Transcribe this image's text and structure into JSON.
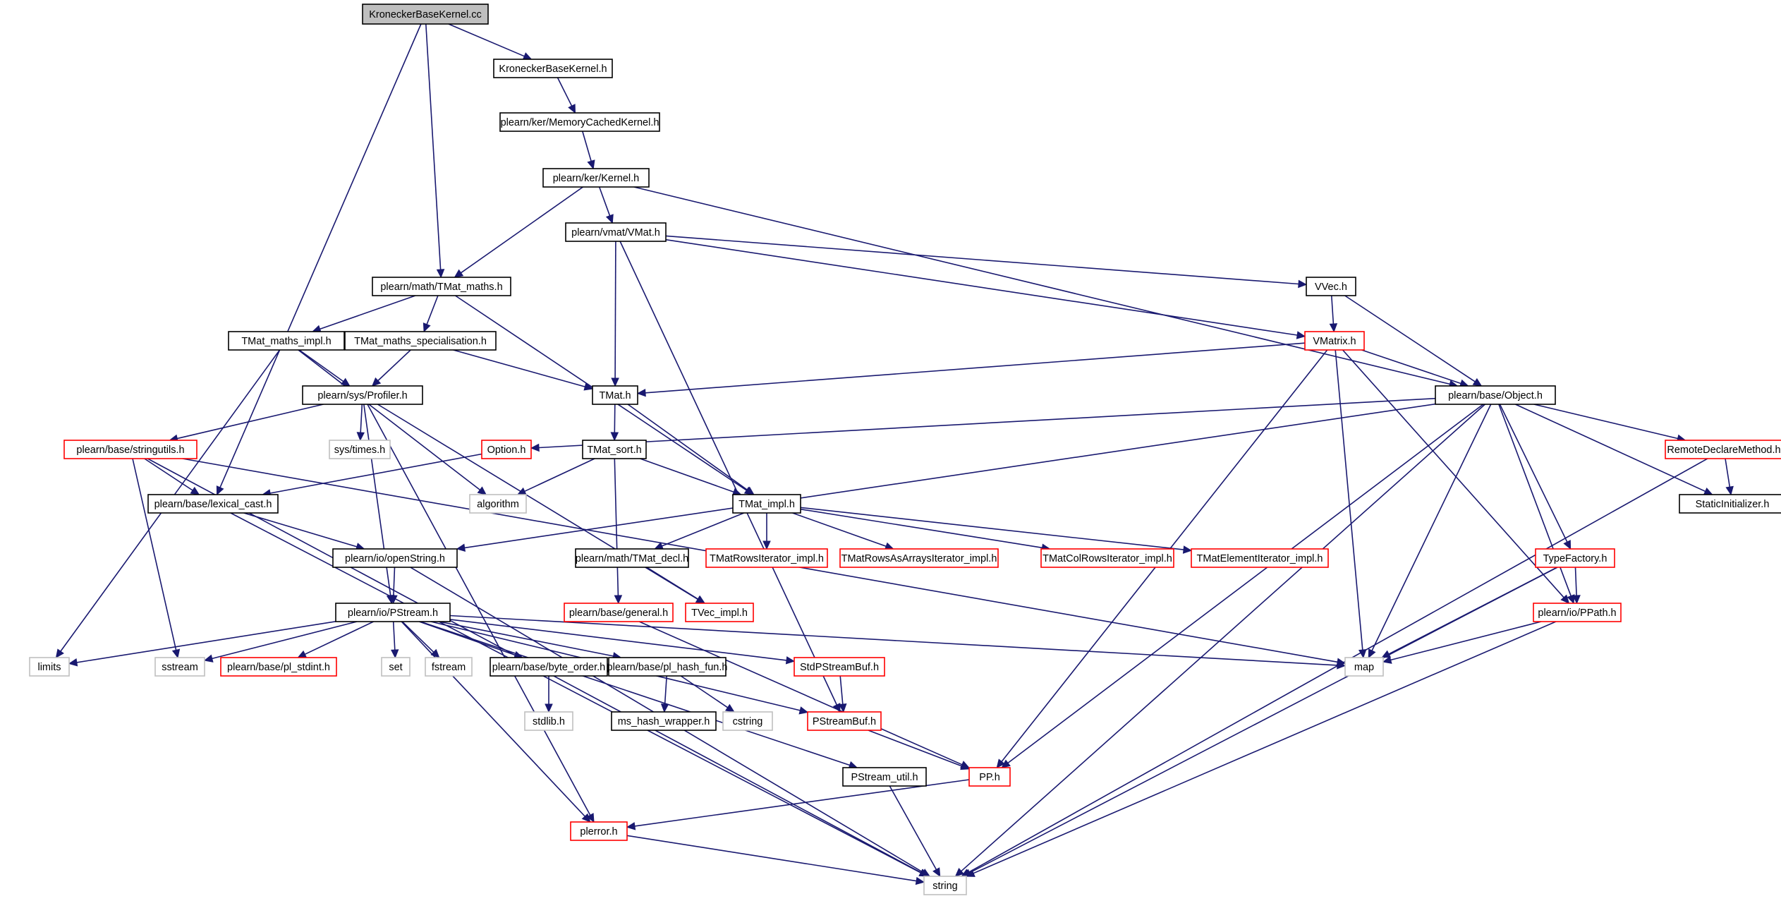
{
  "colors": {
    "edge": "#191970",
    "border_black": "#000000",
    "border_red": "#ff0000",
    "border_gray": "#bfbfbf",
    "root_fill": "#bfbfbf",
    "fill": "#ffffff"
  },
  "nodes": [
    {
      "id": "root",
      "label": "KroneckerBaseKernel.cc",
      "style": "root"
    },
    {
      "id": "kbk_h",
      "label": "KroneckerBaseKernel.h",
      "style": "black"
    },
    {
      "id": "memcache",
      "label": "plearn/ker/MemoryCachedKernel.h",
      "style": "black"
    },
    {
      "id": "kernel",
      "label": "plearn/ker/Kernel.h",
      "style": "black"
    },
    {
      "id": "vmat",
      "label": "plearn/vmat/VMat.h",
      "style": "black"
    },
    {
      "id": "tmatmaths",
      "label": "plearn/math/TMat_maths.h",
      "style": "black"
    },
    {
      "id": "vvec",
      "label": "VVec.h",
      "style": "black"
    },
    {
      "id": "vmatrix",
      "label": "VMatrix.h",
      "style": "red"
    },
    {
      "id": "tmmi",
      "label": "TMat_maths_impl.h",
      "style": "black"
    },
    {
      "id": "tmms",
      "label": "TMat_maths_specialisation.h",
      "style": "black"
    },
    {
      "id": "profiler",
      "label": "plearn/sys/Profiler.h",
      "style": "black"
    },
    {
      "id": "tmat",
      "label": "TMat.h",
      "style": "black"
    },
    {
      "id": "object",
      "label": "plearn/base/Object.h",
      "style": "black"
    },
    {
      "id": "stringutils",
      "label": "plearn/base/stringutils.h",
      "style": "red"
    },
    {
      "id": "systimes",
      "label": "sys/times.h",
      "style": "gray"
    },
    {
      "id": "option",
      "label": "Option.h",
      "style": "red"
    },
    {
      "id": "tmatsort",
      "label": "TMat_sort.h",
      "style": "black"
    },
    {
      "id": "rdm",
      "label": "RemoteDeclareMethod.h",
      "style": "red"
    },
    {
      "id": "lexcast",
      "label": "plearn/base/lexical_cast.h",
      "style": "black"
    },
    {
      "id": "algorithm",
      "label": "algorithm",
      "style": "gray"
    },
    {
      "id": "tmatimpl",
      "label": "TMat_impl.h",
      "style": "black"
    },
    {
      "id": "staticinit",
      "label": "StaticInitializer.h",
      "style": "black"
    },
    {
      "id": "openstring",
      "label": "plearn/io/openString.h",
      "style": "black"
    },
    {
      "id": "tmatdecl",
      "label": "plearn/math/TMat_decl.h",
      "style": "black"
    },
    {
      "id": "tmri",
      "label": "TMatRowsIterator_impl.h",
      "style": "red"
    },
    {
      "id": "tmrai",
      "label": "TMatRowsAsArraysIterator_impl.h",
      "style": "red"
    },
    {
      "id": "tmcri",
      "label": "TMatColRowsIterator_impl.h",
      "style": "red"
    },
    {
      "id": "tmei",
      "label": "TMatElementIterator_impl.h",
      "style": "red"
    },
    {
      "id": "typefactory",
      "label": "TypeFactory.h",
      "style": "red"
    },
    {
      "id": "general",
      "label": "plearn/base/general.h",
      "style": "red"
    },
    {
      "id": "tvecimpl",
      "label": "TVec_impl.h",
      "style": "red"
    },
    {
      "id": "pstream",
      "label": "plearn/io/PStream.h",
      "style": "black"
    },
    {
      "id": "ppath",
      "label": "plearn/io/PPath.h",
      "style": "red"
    },
    {
      "id": "limits",
      "label": "limits",
      "style": "gray"
    },
    {
      "id": "sstream",
      "label": "sstream",
      "style": "gray"
    },
    {
      "id": "plstdint",
      "label": "plearn/base/pl_stdint.h",
      "style": "red"
    },
    {
      "id": "set",
      "label": "set",
      "style": "gray"
    },
    {
      "id": "fstream",
      "label": "fstream",
      "style": "gray"
    },
    {
      "id": "byteorder",
      "label": "plearn/base/byte_order.h",
      "style": "black"
    },
    {
      "id": "plhash",
      "label": "plearn/base/pl_hash_fun.h",
      "style": "black"
    },
    {
      "id": "stdpsb",
      "label": "StdPStreamBuf.h",
      "style": "red"
    },
    {
      "id": "map",
      "label": "map",
      "style": "gray"
    },
    {
      "id": "stdlib",
      "label": "stdlib.h",
      "style": "gray"
    },
    {
      "id": "mshash",
      "label": "ms_hash_wrapper.h",
      "style": "black"
    },
    {
      "id": "cstring",
      "label": "cstring",
      "style": "gray"
    },
    {
      "id": "psb",
      "label": "PStreamBuf.h",
      "style": "red"
    },
    {
      "id": "psutil",
      "label": "PStream_util.h",
      "style": "black"
    },
    {
      "id": "pp",
      "label": "PP.h",
      "style": "red"
    },
    {
      "id": "plerror",
      "label": "plerror.h",
      "style": "red"
    },
    {
      "id": "string",
      "label": "string",
      "style": "gray"
    }
  ],
  "edges": [
    [
      "root",
      "kbk_h"
    ],
    [
      "root",
      "tmatmaths"
    ],
    [
      "root",
      "lexcast"
    ],
    [
      "kbk_h",
      "memcache"
    ],
    [
      "memcache",
      "kernel"
    ],
    [
      "kernel",
      "vmat"
    ],
    [
      "kernel",
      "tmatmaths"
    ],
    [
      "kernel",
      "object"
    ],
    [
      "vmat",
      "tmat"
    ],
    [
      "vmat",
      "vvec"
    ],
    [
      "vmat",
      "vmatrix"
    ],
    [
      "vmat",
      "psb"
    ],
    [
      "tmatmaths",
      "tmmi"
    ],
    [
      "tmatmaths",
      "tmms"
    ],
    [
      "tmatmaths",
      "tmatimpl"
    ],
    [
      "vvec",
      "vmatrix"
    ],
    [
      "vvec",
      "object"
    ],
    [
      "vmatrix",
      "tmat"
    ],
    [
      "vmatrix",
      "object"
    ],
    [
      "vmatrix",
      "map"
    ],
    [
      "vmatrix",
      "ppath"
    ],
    [
      "vmatrix",
      "pp"
    ],
    [
      "tmmi",
      "profiler"
    ],
    [
      "tmmi",
      "limits"
    ],
    [
      "tmmi",
      "algorithm"
    ],
    [
      "tmms",
      "profiler"
    ],
    [
      "tmms",
      "tmat"
    ],
    [
      "profiler",
      "stringutils"
    ],
    [
      "profiler",
      "systimes"
    ],
    [
      "profiler",
      "pstream"
    ],
    [
      "profiler",
      "plerror"
    ],
    [
      "profiler",
      "tvecimpl"
    ],
    [
      "tmat",
      "tmatsort"
    ],
    [
      "tmat",
      "tmatimpl"
    ],
    [
      "object",
      "option"
    ],
    [
      "object",
      "openstring"
    ],
    [
      "object",
      "rdm"
    ],
    [
      "object",
      "staticinit"
    ],
    [
      "object",
      "typefactory"
    ],
    [
      "object",
      "ppath"
    ],
    [
      "object",
      "map"
    ],
    [
      "object",
      "string"
    ],
    [
      "object",
      "pp"
    ],
    [
      "stringutils",
      "lexcast"
    ],
    [
      "stringutils",
      "sstream"
    ],
    [
      "stringutils",
      "string"
    ],
    [
      "stringutils",
      "map"
    ],
    [
      "option",
      "lexcast"
    ],
    [
      "tmatsort",
      "algorithm"
    ],
    [
      "tmatsort",
      "tmatimpl"
    ],
    [
      "tmatsort",
      "general"
    ],
    [
      "rdm",
      "staticinit"
    ],
    [
      "rdm",
      "string"
    ],
    [
      "lexcast",
      "openstring"
    ],
    [
      "lexcast",
      "string"
    ],
    [
      "tmatimpl",
      "tmatdecl"
    ],
    [
      "tmatimpl",
      "tmri"
    ],
    [
      "tmatimpl",
      "tmrai"
    ],
    [
      "tmatimpl",
      "tmcri"
    ],
    [
      "tmatimpl",
      "tmei"
    ],
    [
      "openstring",
      "pstream"
    ],
    [
      "openstring",
      "string"
    ],
    [
      "tmatdecl",
      "tvecimpl"
    ],
    [
      "typefactory",
      "ppath"
    ],
    [
      "typefactory",
      "map"
    ],
    [
      "typefactory",
      "string"
    ],
    [
      "general",
      "pp"
    ],
    [
      "pstream",
      "limits"
    ],
    [
      "pstream",
      "sstream"
    ],
    [
      "pstream",
      "plstdint"
    ],
    [
      "pstream",
      "set"
    ],
    [
      "pstream",
      "fstream"
    ],
    [
      "pstream",
      "byteorder"
    ],
    [
      "pstream",
      "plhash"
    ],
    [
      "pstream",
      "stdpsb"
    ],
    [
      "pstream",
      "map"
    ],
    [
      "pstream",
      "psb"
    ],
    [
      "pstream",
      "psutil"
    ],
    [
      "pstream",
      "plerror"
    ],
    [
      "ppath",
      "map"
    ],
    [
      "ppath",
      "string"
    ],
    [
      "byteorder",
      "stdlib"
    ],
    [
      "plhash",
      "mshash"
    ],
    [
      "plhash",
      "cstring"
    ],
    [
      "stdpsb",
      "psb"
    ],
    [
      "psb",
      "pp"
    ],
    [
      "psutil",
      "string"
    ],
    [
      "pp",
      "plerror"
    ],
    [
      "plerror",
      "string"
    ]
  ]
}
